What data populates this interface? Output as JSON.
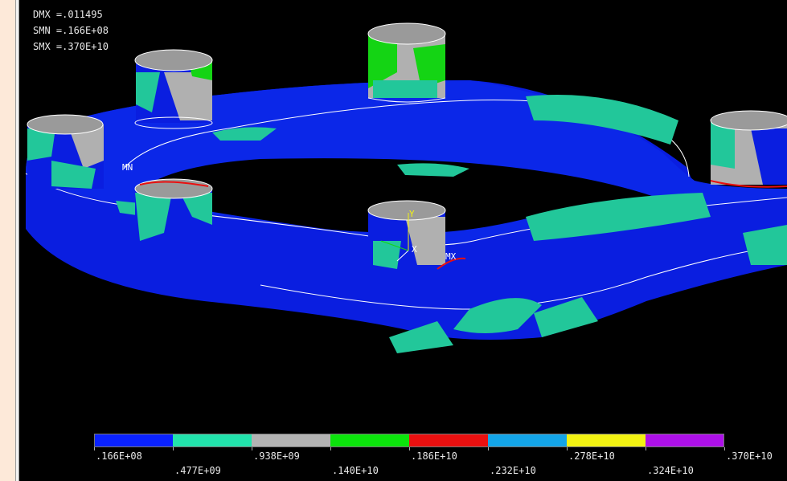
{
  "info": {
    "dmx": "DMX =.011495",
    "smn": "SMN =.166E+08",
    "smx": "SMX =.370E+10"
  },
  "markers": {
    "mn": "MN",
    "mx": "MX",
    "y_axis": "Y",
    "x_axis": "X"
  },
  "legend": {
    "colors": [
      "#0a22ff",
      "#22e3ac",
      "#b3b3b3",
      "#0ce40c",
      "#ea1010",
      "#14a5e8",
      "#f2f212",
      "#ad10e8"
    ],
    "labels_top": [
      ".166E+08",
      ".938E+09",
      ".186E+10",
      ".278E+10",
      ".370E+10"
    ],
    "labels_bottom": [
      ".477E+09",
      ".140E+10",
      ".232E+10",
      ".324E+10"
    ]
  },
  "colors": {
    "body_blue": "#0a1ee0",
    "teal": "#22c79a",
    "gray": "#b0b0b0",
    "green": "#14d414"
  }
}
